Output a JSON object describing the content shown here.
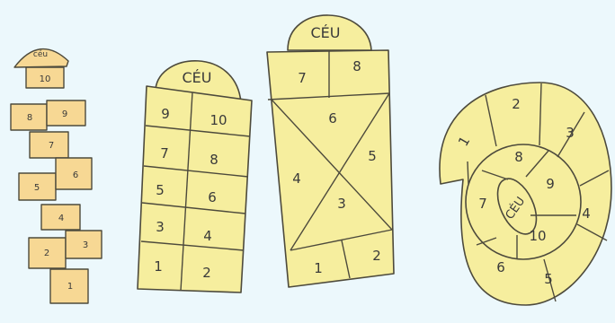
{
  "colors": {
    "background": "#ecf8fc",
    "tile_light": "#f6ee9e",
    "tile_orange": "#f7d894",
    "stroke": "#4d4a3c"
  },
  "grid1": {
    "top": "céu",
    "cells": [
      "10",
      "8",
      "9",
      "7",
      "5",
      "6",
      "4",
      "2",
      "3",
      "1"
    ]
  },
  "grid2": {
    "top": "CÉU",
    "cells": [
      "9",
      "10",
      "7",
      "8",
      "5",
      "6",
      "3",
      "4",
      "1",
      "2"
    ]
  },
  "grid3": {
    "top": "CÉU",
    "cells": [
      "7",
      "8",
      "6",
      "4",
      "5",
      "3",
      "1",
      "2"
    ]
  },
  "grid4": {
    "center": "CÉU",
    "cells": [
      "1",
      "2",
      "3",
      "4",
      "5",
      "6",
      "7",
      "8",
      "9",
      "10"
    ]
  }
}
